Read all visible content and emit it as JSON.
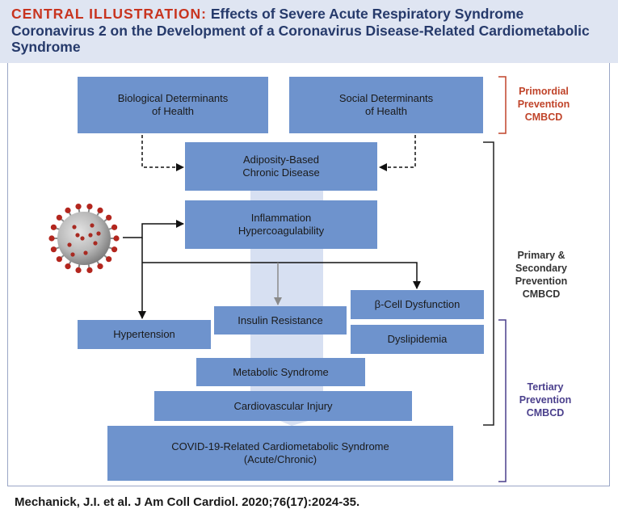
{
  "header": {
    "prefix": "CENTRAL ILLUSTRATION:",
    "title": "Effects of Severe Acute Respiratory Syndrome Coronavirus 2 on the Development of a Coronavirus Disease-Related Cardiometabolic Syndrome"
  },
  "boxes": {
    "biological": "Biological Determinants\nof Health",
    "social": "Social Determinants\nof Health",
    "adiposity": "Adiposity-Based\nChronic Disease",
    "inflammation": "Inflammation\nHypercoagulability",
    "beta_cell": "β-Cell Dysfunction",
    "insulin": "Insulin Resistance",
    "hypertension": "Hypertension",
    "dyslipidemia": "Dyslipidemia",
    "metabolic": "Metabolic Syndrome",
    "cardiovascular": "Cardiovascular Injury",
    "covid_syndrome": "COVID-19-Related Cardiometabolic Syndrome\n(Acute/Chronic)"
  },
  "prevention": {
    "primordial": "Primordial\nPrevention\nCMBCD",
    "primary_secondary": "Primary &\nSecondary\nPrevention\nCMBCD",
    "tertiary": "Tertiary\nPrevention\nCMBCD"
  },
  "colors": {
    "title_prefix": "#c8341f",
    "title": "#263a6b",
    "box": "#6e93cd",
    "primordial": "#c0442a",
    "primary": "#333333",
    "tertiary": "#4a3f8c"
  },
  "citation": "Mechanick, J.I. et al. J Am Coll Cardiol. 2020;76(17):2024-35."
}
